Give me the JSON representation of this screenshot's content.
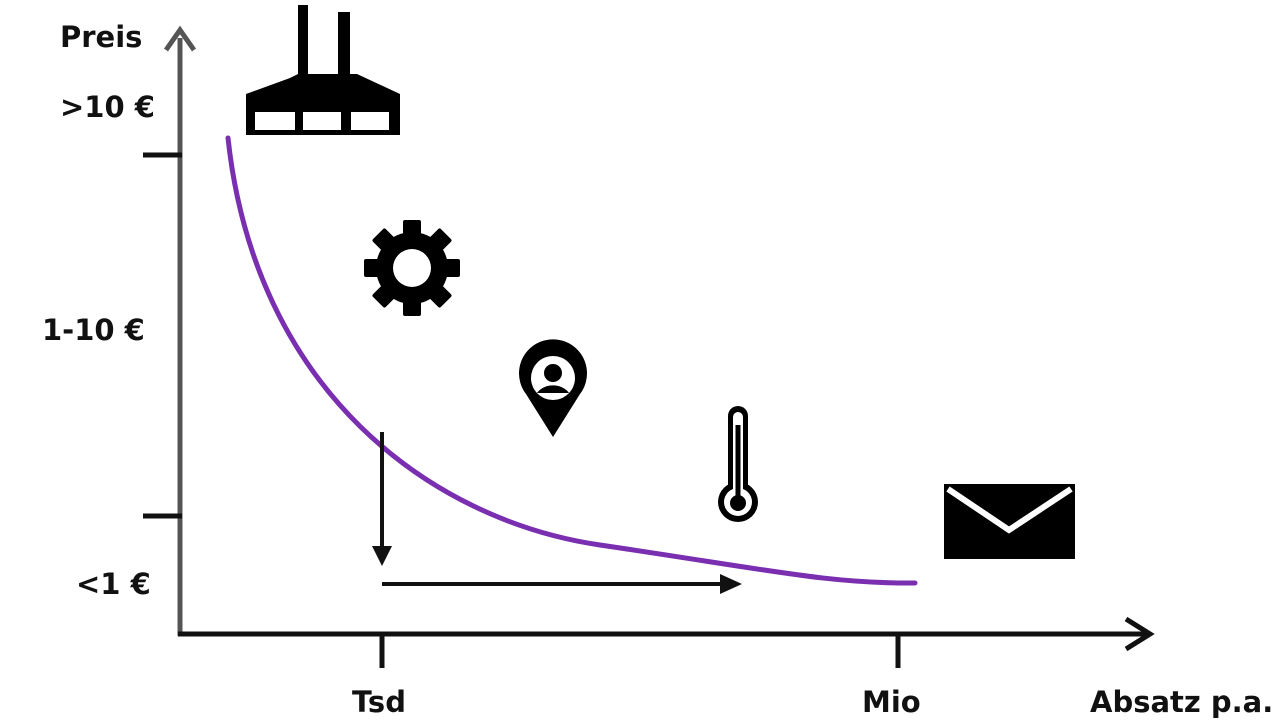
{
  "y_axis": {
    "title": "Preis",
    "ticks": [
      ">10 €",
      "1-10 €",
      "<1 €"
    ]
  },
  "x_axis": {
    "title": "Absatz p.a.",
    "ticks": [
      "Tsd",
      "Mio"
    ]
  },
  "curve_color": "#7a2fb0",
  "axis_color": "#555555",
  "icons": [
    "factory-icon",
    "gear-icon",
    "location-pin-icon",
    "thermometer-icon",
    "envelope-icon"
  ]
}
